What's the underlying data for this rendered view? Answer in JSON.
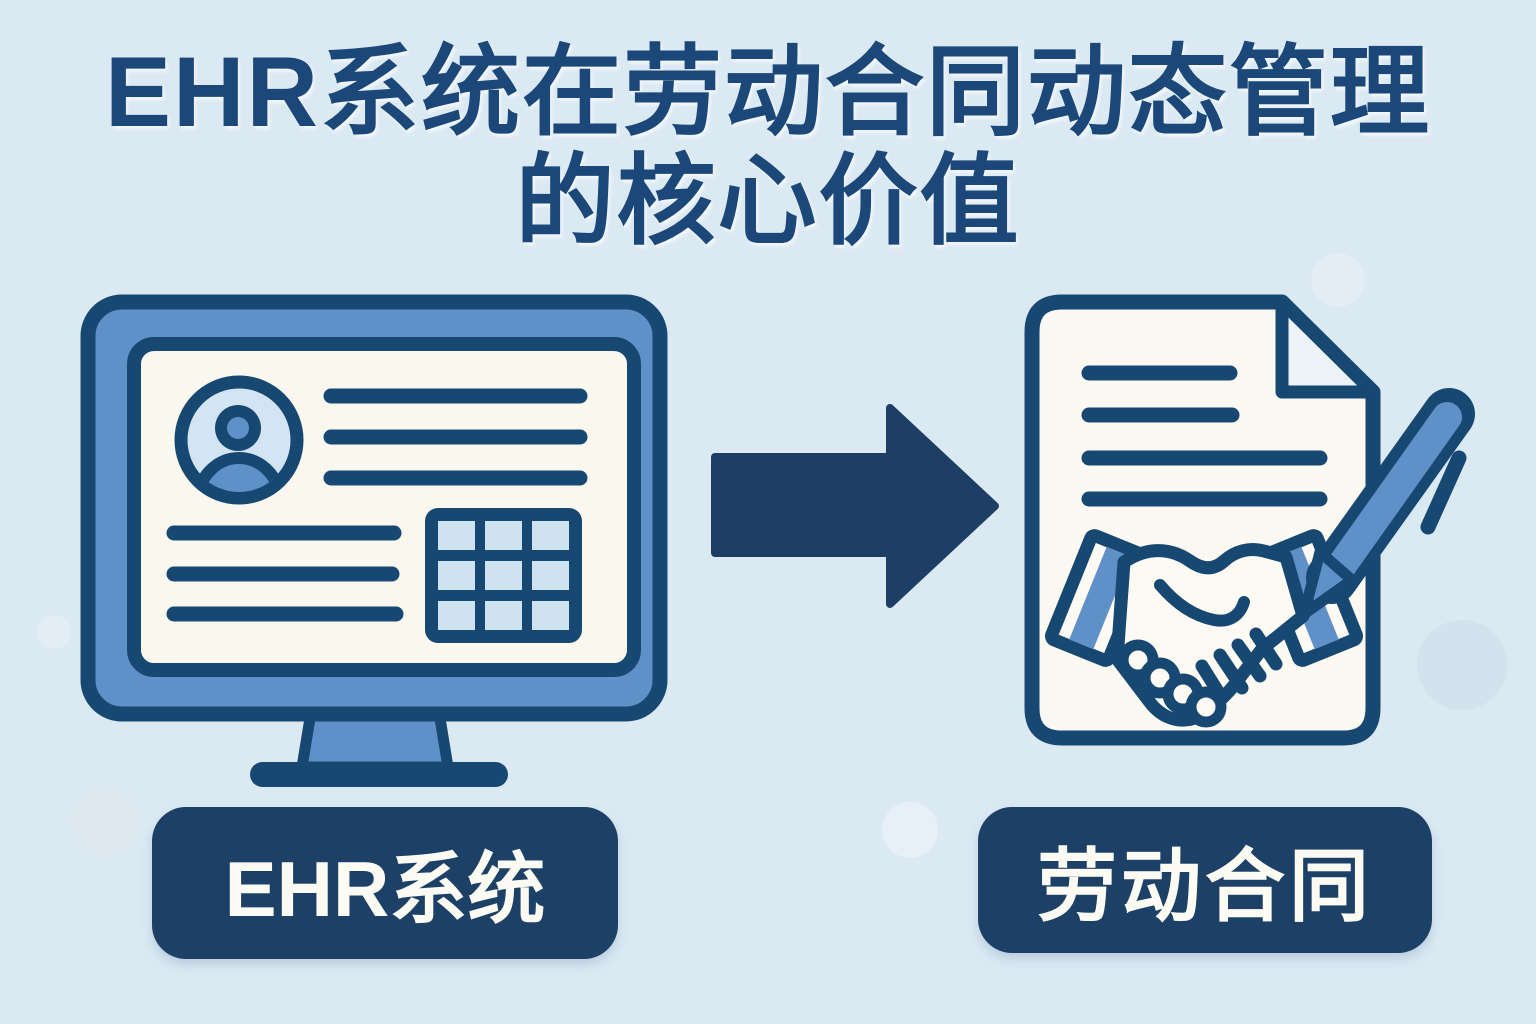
{
  "title": {
    "line1": "EHR系统在劳动合同动态管理",
    "line2": "的核心价值"
  },
  "nodes": {
    "left_label": "EHR系统",
    "right_label": "劳动合同"
  },
  "icons": [
    {
      "name": "monitor-hr-profile-icon",
      "description": "computer monitor showing employee profile with avatar, text lines and data grid"
    },
    {
      "name": "user-avatar-icon",
      "description": "person avatar inside circle on monitor screen"
    },
    {
      "name": "data-grid-icon",
      "description": "3x3 table grid on monitor screen"
    },
    {
      "name": "arrow-right-icon",
      "description": "solid right-pointing arrow between the two icons"
    },
    {
      "name": "contract-document-icon",
      "description": "paper document with folded corner and text lines"
    },
    {
      "name": "handshake-icon",
      "description": "two hands shaking over the contract"
    },
    {
      "name": "pen-icon",
      "description": "blue pen signing the contract"
    }
  ],
  "colors": {
    "background": "#dbe9f3",
    "outline_navy": "#174872",
    "solid_navy": "#1d4066",
    "title_navy": "#1b4878",
    "medium_blue": "#6090c8",
    "light_blue": "#cfe3f1",
    "screen_white": "#f9f7ee",
    "label_text": "#fbfbf4"
  }
}
